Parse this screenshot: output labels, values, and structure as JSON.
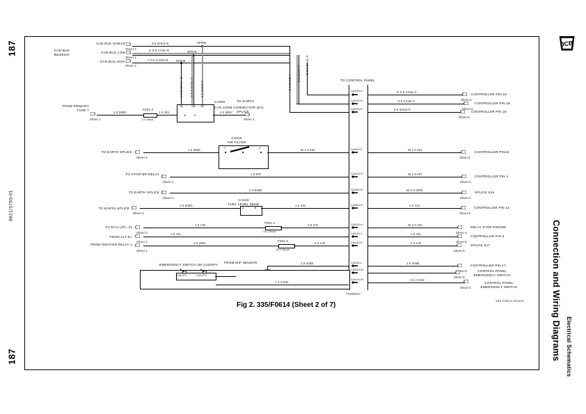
{
  "page": {
    "number": "187",
    "doc_number": "9821/3750-01",
    "side_heading_main": "Connection and Wiring Diagrams",
    "side_heading_sub": "Electrical Schematics",
    "logo": "jcb-logo",
    "figure_caption": "Fig 2. 335/F0614 (Sheet 2 of 7)",
    "drawing_code": "335-F0614-sheet2",
    "sheet_stamp": "T220/0047"
  },
  "canbus": {
    "group_label_line1": "CAN BUS",
    "group_label_line2": "Backbone",
    "rows": [
      {
        "name": "CAN BUS SHIELD",
        "sheet": "Sheet 3",
        "wire": "0.5  SHLD-B"
      },
      {
        "name": "CAN BUS LOW",
        "sheet": "Sheet 3",
        "wire": "G 0.5  CANL-B"
      },
      {
        "name": "CAN BUS HIGH",
        "sheet": "Sheet 3",
        "wire": "Y 0.5  CANH-B"
      }
    ],
    "splices": [
      {
        "label": "SP080"
      },
      {
        "label": "SP078"
      },
      {
        "label": "SP048"
      }
    ],
    "vertical_wires": [
      {
        "text": "Y 0.5  CANH-C"
      },
      {
        "text": "G 0.5  CANL-C"
      },
      {
        "text": "0.5  SHLD-C"
      }
    ]
  },
  "power_feed": {
    "source_line1": "FROM PRIMARY",
    "source_line2": "FUSE 7",
    "source_sheet": "Sheet 1",
    "wire_in": "1.0  308O",
    "fuse_ref": "FD01-3",
    "fuse_rating": "2.0  Amps",
    "wire_mid": "1.0  361",
    "wire_out": "1.0  680Y",
    "earth_label_line1": "TO EARTH",
    "earth_label_line2": "SPLICE",
    "earth_sheet": "Sheet 4"
  },
  "connector": {
    "ref": "CA009",
    "name": "CAN J1939 CONNECTOR (EA)",
    "top_pins": [
      "5C",
      "5B",
      "5E"
    ],
    "bottom_pins": [
      "B",
      "A"
    ]
  },
  "devices": [
    {
      "ref": "CA018",
      "name": "AIR FILTER",
      "pins": [
        "1",
        "2",
        "3"
      ]
    },
    {
      "ref": "CA010",
      "name": "FUEL LEVEL SEND",
      "pins": [
        "A",
        "B"
      ]
    }
  ],
  "control_panel": {
    "title": "TO CONTROL PANEL",
    "trunk_terminals": [
      "CA015-C",
      "CA015-D",
      "CA015-E",
      "CA015-F",
      "CA015-G",
      "CA009-B",
      "CA009-A",
      "CA015-H",
      "CA015-J",
      "CA015-K",
      "CA015-L",
      "CA015-M"
    ]
  },
  "circuits": [
    {
      "left_label": "",
      "left_sheet": "",
      "terminal": "CA015-C",
      "wire": "G 0.5  CANL-F",
      "dest": "CONTROLLER PIN 19",
      "dest_sheet": "Sheet 5"
    },
    {
      "left_label": "",
      "left_sheet": "",
      "terminal": "CA015-D",
      "wire": "0.5  CANH-F",
      "dest": "CONTROLLER PIN 18",
      "dest_sheet": "Sheet 5"
    },
    {
      "left_label": "",
      "left_sheet": "",
      "terminal": "CA015-E",
      "wire": "0.5  SHLD-F",
      "dest": "CONTROLLER PIN 20",
      "dest_sheet": "Sheet 5"
    },
    {
      "left_label": "TO EARTH SPLICE",
      "left_sheet": "Sheet 4",
      "terminal": "CA015-F",
      "wire": "W 1.0  462",
      "dest": "CONTROLLER PIN16",
      "dest_sheet": "Sheet 5",
      "left_wire": "1.0  680E"
    },
    {
      "left_label": "TO STARTER RELAY",
      "left_sheet": "Sheet 1",
      "terminal": "CA015-G",
      "wire": "W 1.0  007",
      "dest": "CONTROLLER  PIN 4",
      "dest_sheet": "Sheet 5",
      "left_wire": "1.0  007"
    },
    {
      "left_label": "TO EARTH SPLICE",
      "left_sheet": "Sheet 4",
      "terminal": "CA009-B",
      "wire": "W 2.0  608X",
      "dest": "SPLICE S16",
      "dest_sheet": "Sheet 5",
      "left_wire": "2.0  608D"
    },
    {
      "left_label": "TO EARTH SPLICE",
      "left_sheet": "Sheet 4",
      "terminal": "CA009-A",
      "wire": "1.0  431",
      "dest": "CONTROLLER  PIN 13",
      "dest_sheet": "Sheet 5",
      "left_wire": "1.0  608G"
    },
    {
      "left_label": "TO ECU (JP)- 44",
      "left_sheet": "Sheet 3",
      "terminal": "CA015-H",
      "wire": "W 2.0  160",
      "dest": "RELAY STOP ENGINE",
      "dest_sheet": "Sheet 4",
      "left_wire": "1.0  130"
    },
    {
      "left_label": "FROM ALT D+",
      "left_sheet": "Sheet 1",
      "terminal": "CA015-J",
      "wire": "1.0  411",
      "dest": "CONTROLLOR  PIN 5",
      "dest_sheet": "Sheet 5",
      "left_wire": "1.0  411"
    },
    {
      "left_label": "FROM IGNITION RELAY 1",
      "left_sheet": "Sheet 1",
      "terminal": "CA015-K",
      "wire": "2.0  125",
      "dest": "SPLICE S17",
      "dest_sheet": "Sheet 5",
      "left_wire": "2.0  308C"
    },
    {
      "left_label": "FROM WIF SENSOR",
      "left_sheet": "",
      "terminal": "CA015-L",
      "wire": "1.0  433B",
      "dest": "CONTROLLER PIN 17",
      "dest_sheet": "Sheet 5",
      "left_wire": "1.0  433B"
    },
    {
      "left_label": "",
      "left_sheet": "",
      "terminal": "CA015-M",
      "wire": "N 1.0  832",
      "dest": "CONTROL PANEL EMERGENCY SWITCH",
      "dest_sheet": "Sheet 5"
    }
  ],
  "secondary_fuse": {
    "ref": "FD01-4",
    "rating": "15.0  Amps",
    "wire_out": "2.0  102"
  },
  "secondary_fuse2": {
    "ref": "FD01-5",
    "rating": "25.0  Amps"
  },
  "canopy_switch": {
    "title": "EMERGENCY SWITCH ON CANOPY",
    "terminals": [
      "CA011-1",
      "CA012-1"
    ],
    "wire": "Y 1.0  832",
    "wire_bottom": "Y 1.0  832"
  },
  "emergency_extra": {
    "dest_line1": "CONTROL PANEL",
    "dest_line2": "EMERGENCY SWITCH",
    "dest_sheet": "Sheet 5"
  }
}
